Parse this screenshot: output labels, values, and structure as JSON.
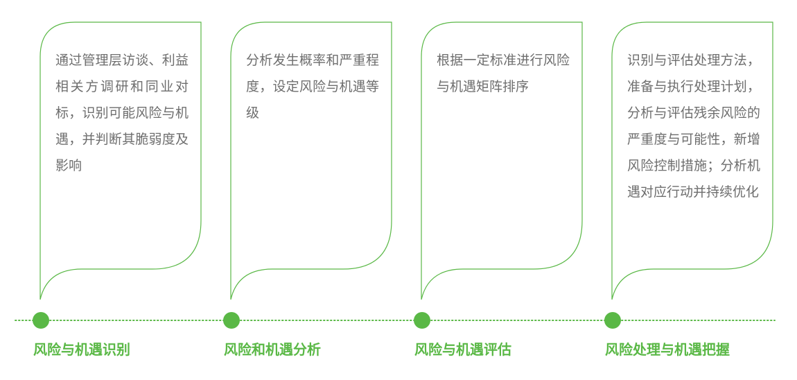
{
  "colors": {
    "accent": "#5ab846",
    "text": "#6e6e6e",
    "background": "#ffffff"
  },
  "stages": [
    {
      "title": "风险与机遇识别",
      "description": "通过管理层访谈、利益相关方调研和同业对标，识别可能风险与机遇，并判断其脆弱度及影响"
    },
    {
      "title": "风险和机遇分析",
      "description": "分析发生概率和严重程度，设定风险与机遇等级"
    },
    {
      "title": "风险与机遇评估",
      "description": "根据一定标准进行风险与机遇矩阵排序"
    },
    {
      "title": "风险处理与机遇把握",
      "description": "识别与评估处理方法，准备与执行处理计划，分析与评估残余风险的严重度与可能性，新增风险控制措施；分析机遇对应行动并持续优化"
    }
  ]
}
